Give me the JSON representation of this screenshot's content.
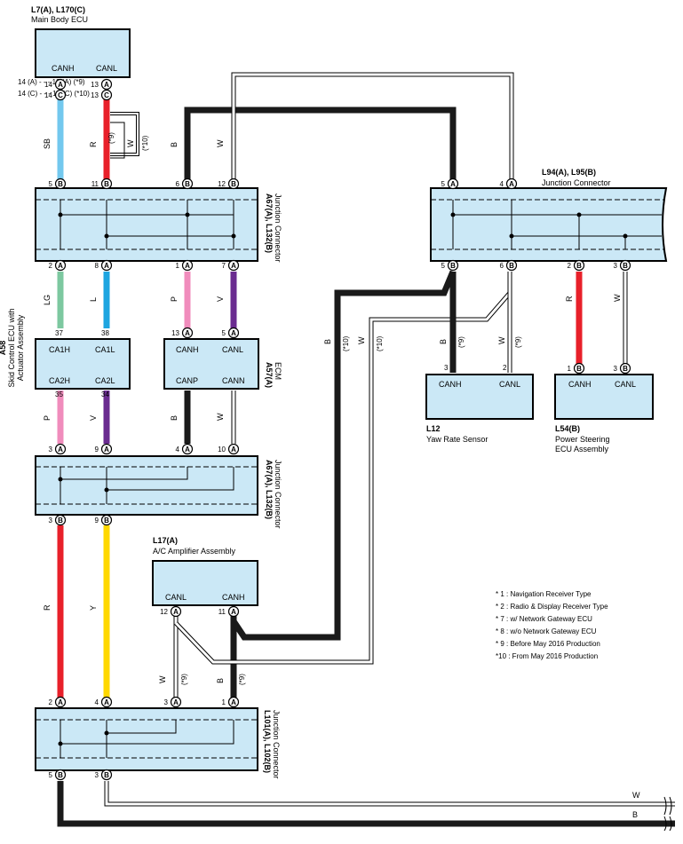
{
  "components": {
    "main_body_ecu": {
      "id": "L7(A), L170(C)",
      "name": "Main Body ECU",
      "pins": [
        "CANH",
        "CANL"
      ],
      "note_a": "14 (A) - - - 13 (A) (*9)",
      "note_c": "14 (C) - - - 13 (C) (*10)"
    },
    "junction_top": {
      "id": "A67(A), L132(B)",
      "name": "Junction Connector"
    },
    "junction_mid": {
      "id": "A67(A), L132(B)",
      "name": "Junction Connector"
    },
    "junction_bot": {
      "id": "L101(A), L102(B)",
      "name": "Junction Connector"
    },
    "junction_right": {
      "id": "L94(A), L95(B)",
      "name": "Junction Connector"
    },
    "skid_ecu": {
      "id": "A58",
      "name_line1": "Skid Control ECU with",
      "name_line2": "Actuator Assembly",
      "pins": [
        "CA1H",
        "CA1L",
        "CA2H",
        "CA2L"
      ]
    },
    "ecm": {
      "id": "A57(A)",
      "name": "ECM",
      "pins": [
        "CANH",
        "CANL",
        "CANP",
        "CANN"
      ]
    },
    "yaw_sensor": {
      "id": "L12",
      "name": "Yaw Rate Sensor",
      "pins": [
        "CANH",
        "CANL"
      ]
    },
    "ps_ecu": {
      "id": "L54(B)",
      "name_line1": "Power Steering",
      "name_line2": "ECU Assembly",
      "pins": [
        "CANH",
        "CANL"
      ]
    },
    "ac_amp": {
      "id": "L17(A)",
      "name": "A/C Amplifier Assembly",
      "pins": [
        "CANL",
        "CANH"
      ]
    }
  },
  "wire_labels": {
    "SB": "SB",
    "R": "R",
    "W": "W",
    "B": "B",
    "LG": "LG",
    "L": "L",
    "P": "P",
    "V": "V",
    "Y": "Y"
  },
  "variant_labels": {
    "v9": "(*9)",
    "v10": "(*10)"
  },
  "pin_letters": {
    "A": "A",
    "B": "B",
    "C": "C"
  },
  "legend": [
    "* 1 : Navigation Receiver Type",
    "* 2 : Radio & Display Receiver Type",
    "* 7 : w/ Network Gateway ECU",
    "* 8 : w/o Network Gateway ECU",
    "* 9 : Before May 2016 Production",
    "*10 : From May 2016 Production"
  ],
  "colors": {
    "SB": "#73c8ee",
    "R": "#e8202a",
    "LG": "#7dc8a0",
    "L": "#1ea5e0",
    "P": "#f08cbc",
    "V": "#6a2c90",
    "Y": "#ffd800",
    "B": "#1a1a1a",
    "connector_fill": "#cbe8f6"
  }
}
